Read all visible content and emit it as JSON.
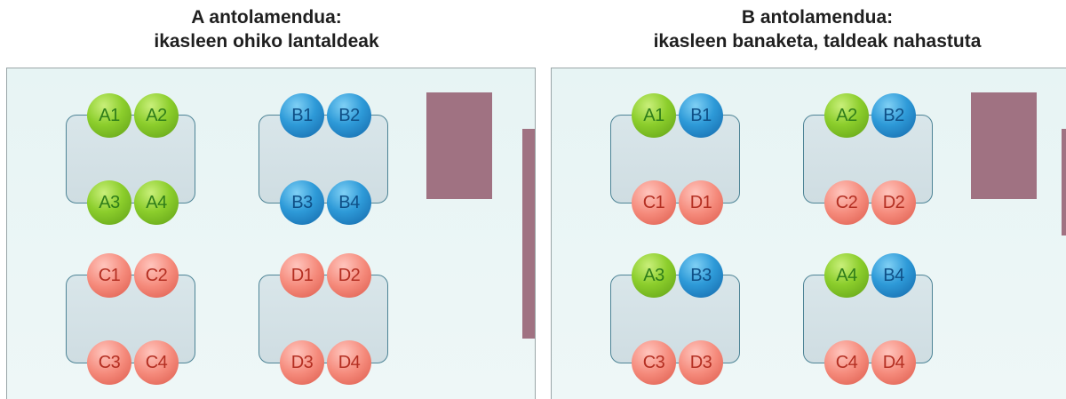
{
  "colors": {
    "green": "#8cce2c",
    "blue": "#2e9ad8",
    "red": "#f58a7b",
    "board": "#a07282",
    "table_border": "#4e8496"
  },
  "panels": [
    {
      "heading_line1": "A antolamendua:",
      "heading_line2": "ikasleen ohiko lantaldeak",
      "tables": [
        {
          "seats": [
            {
              "label": "A1",
              "color": "g"
            },
            {
              "label": "A2",
              "color": "g"
            },
            {
              "label": "A3",
              "color": "g"
            },
            {
              "label": "A4",
              "color": "g"
            }
          ]
        },
        {
          "seats": [
            {
              "label": "B1",
              "color": "b"
            },
            {
              "label": "B2",
              "color": "b"
            },
            {
              "label": "B3",
              "color": "b"
            },
            {
              "label": "B4",
              "color": "b"
            }
          ]
        },
        {
          "seats": [
            {
              "label": "C1",
              "color": "r"
            },
            {
              "label": "C2",
              "color": "r"
            },
            {
              "label": "C3",
              "color": "r"
            },
            {
              "label": "C4",
              "color": "r"
            }
          ]
        },
        {
          "seats": [
            {
              "label": "D1",
              "color": "r"
            },
            {
              "label": "D2",
              "color": "r"
            },
            {
              "label": "D3",
              "color": "r"
            },
            {
              "label": "D4",
              "color": "r"
            }
          ]
        }
      ]
    },
    {
      "heading_line1": "B antolamendua:",
      "heading_line2": "ikasleen banaketa, taldeak nahastuta",
      "tables": [
        {
          "seats": [
            {
              "label": "A1",
              "color": "g"
            },
            {
              "label": "B1",
              "color": "b"
            },
            {
              "label": "C1",
              "color": "r"
            },
            {
              "label": "D1",
              "color": "r"
            }
          ]
        },
        {
          "seats": [
            {
              "label": "A2",
              "color": "g"
            },
            {
              "label": "B2",
              "color": "b"
            },
            {
              "label": "C2",
              "color": "r"
            },
            {
              "label": "D2",
              "color": "r"
            }
          ]
        },
        {
          "seats": [
            {
              "label": "A3",
              "color": "g"
            },
            {
              "label": "B3",
              "color": "b"
            },
            {
              "label": "C3",
              "color": "r"
            },
            {
              "label": "D3",
              "color": "r"
            }
          ]
        },
        {
          "seats": [
            {
              "label": "A4",
              "color": "g"
            },
            {
              "label": "B4",
              "color": "b"
            },
            {
              "label": "C4",
              "color": "r"
            },
            {
              "label": "D4",
              "color": "r"
            }
          ]
        }
      ]
    }
  ]
}
